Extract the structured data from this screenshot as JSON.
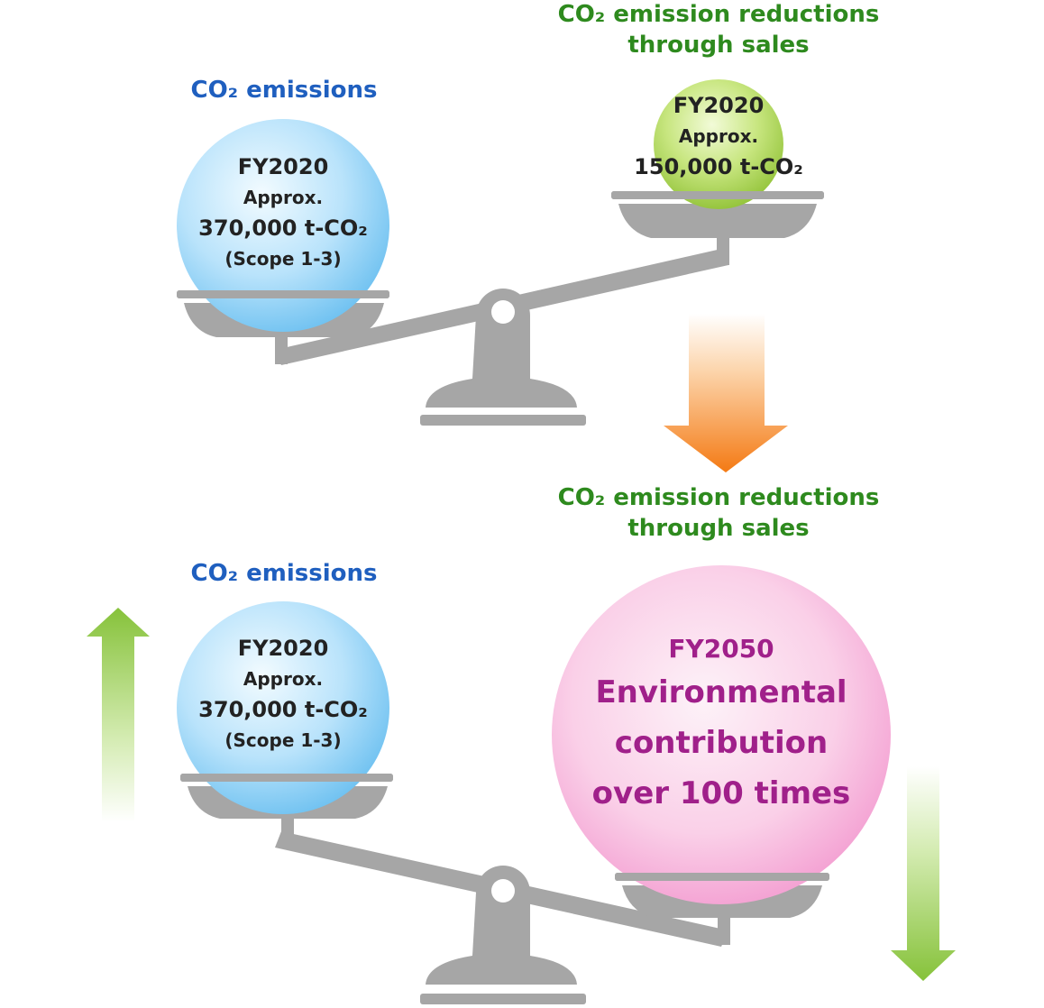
{
  "top": {
    "left_label": "CO₂ emissions",
    "right_label_1": "CO₂ emission reductions",
    "right_label_2": "through sales",
    "left_ball": {
      "year": "FY2020",
      "approx": "Approx.",
      "value": "370,000 t-CO₂",
      "scope": "(Scope 1-3)"
    },
    "right_ball": {
      "year": "FY2020",
      "approx": "Approx.",
      "value": "150,000 t-CO₂"
    }
  },
  "bottom": {
    "left_label": "CO₂ emissions",
    "right_label_1": "CO₂ emission reductions",
    "right_label_2": "through sales",
    "left_ball": {
      "year": "FY2020",
      "approx": "Approx.",
      "value": "370,000 t-CO₂",
      "scope": "(Scope 1-3)"
    },
    "right_ball": {
      "year": "FY2050",
      "line1": "Environmental",
      "line2": "contribution",
      "line3": "over 100 times"
    }
  },
  "colors": {
    "blue_text": "#1f5fbf",
    "green_text": "#2e8a1e",
    "pink_text": "#a0208a",
    "scale_gray": "#a6a6a6",
    "orange_arrow": "#f7861e",
    "green_arrow": "#8cc43c"
  },
  "icons": [
    "balance-scale-icon",
    "down-arrow-icon",
    "up-arrow-icon"
  ]
}
